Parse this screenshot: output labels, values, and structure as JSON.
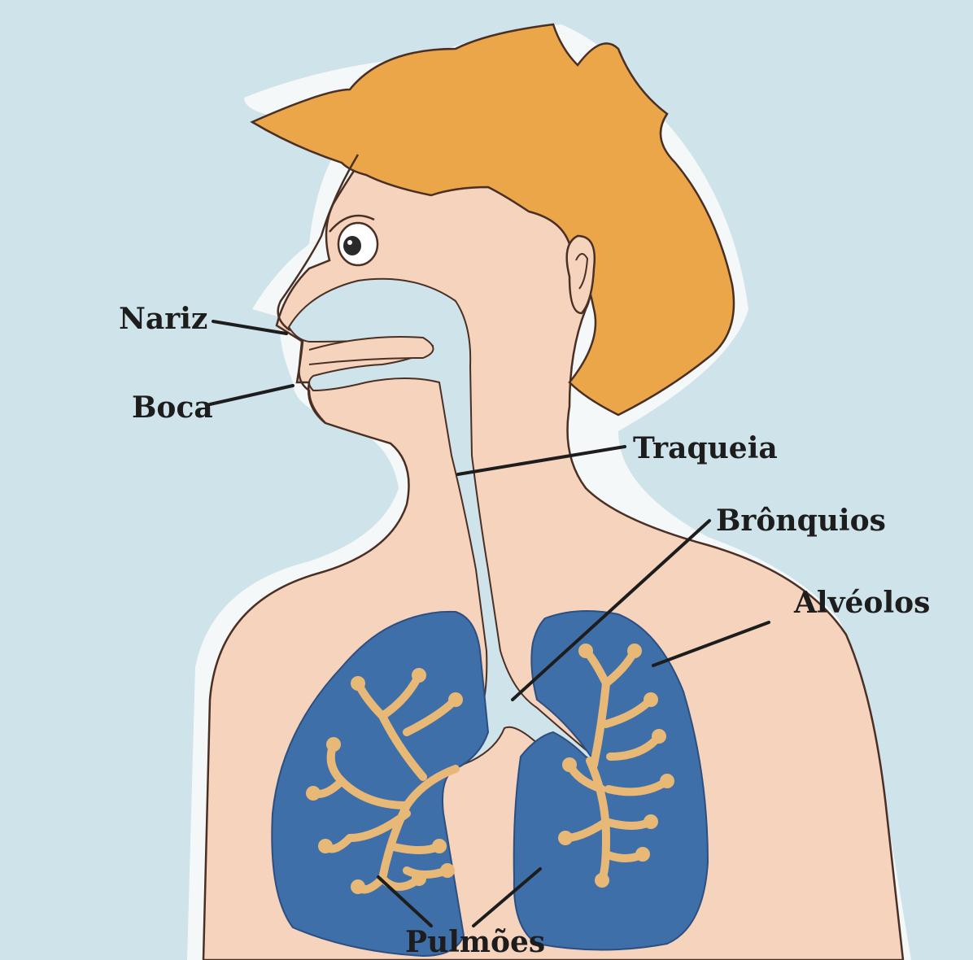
{
  "diagram": {
    "labels": {
      "nose": "Nariz",
      "mouth": "Boca",
      "trachea": "Traqueia",
      "bronchi": "Brônquios",
      "alveoli": "Alvéolos",
      "lungs": "Pulmões"
    },
    "colors": {
      "background": "#cfe3ea",
      "skin": "#f6d3bd",
      "hair": "#eba64a",
      "airway": "#cfe3ea",
      "lungs": "#3f6fa8",
      "bronchial_tree": "#e8b877",
      "outline": "#4a2f25",
      "leader_lines": "#1d1d1d"
    }
  }
}
